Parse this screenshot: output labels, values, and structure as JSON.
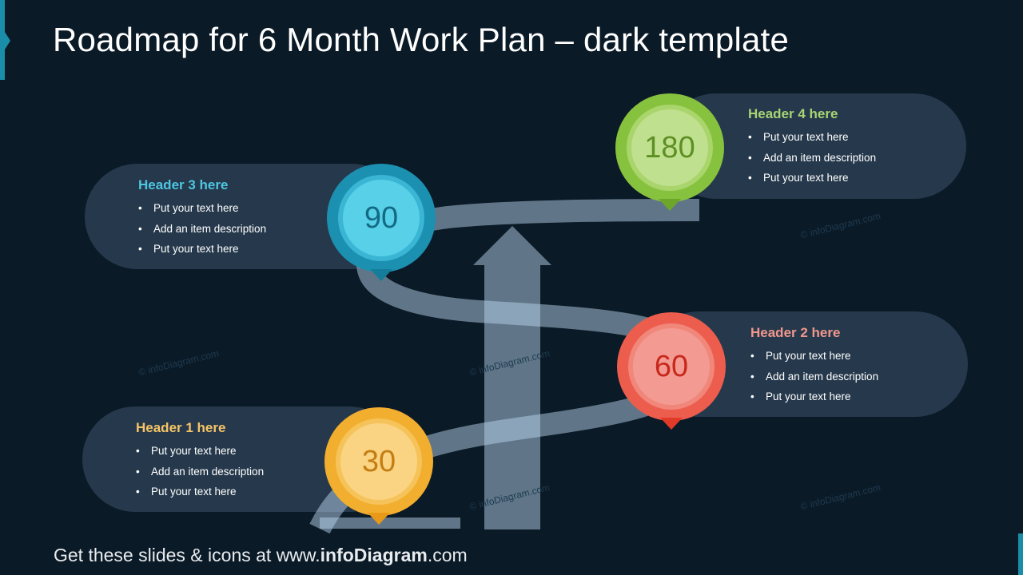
{
  "title": "Roadmap for 6 Month Work Plan – dark template",
  "milestones": [
    {
      "value": "30",
      "header": "Header 1 here",
      "items": [
        "Put your text here",
        "Add an item description",
        "Put your text here"
      ],
      "colors": {
        "outer": "#f2ae2e",
        "mid": "#f6c35a",
        "inner": "#fad482",
        "text": "#c47d12",
        "header": "#f6c467",
        "tip": "#e8991a"
      }
    },
    {
      "value": "60",
      "header": "Header 2 here",
      "items": [
        "Put your text here",
        "Add an item description",
        "Put your text here"
      ],
      "colors": {
        "outer": "#ec5d4d",
        "mid": "#f0877a",
        "inner": "#f39b92",
        "text": "#c8281c",
        "header": "#f2978c",
        "tip": "#e23a28"
      }
    },
    {
      "value": "90",
      "header": "Header 3 here",
      "items": [
        "Put your text here",
        "Add an item description",
        "Put your text here"
      ],
      "colors": {
        "outer": "#1c90b0",
        "mid": "#3ab6d4",
        "inner": "#57d0e8",
        "text": "#146a84",
        "header": "#4ec6e2",
        "tip": "#157d9a"
      }
    },
    {
      "value": "180",
      "header": "Header 4 here",
      "items": [
        "Put your text here",
        "Add an item description",
        "Put your text here"
      ],
      "colors": {
        "outer": "#87c23e",
        "mid": "#a9d56c",
        "inner": "#bfe08e",
        "text": "#5e8f24",
        "header": "#a7d373",
        "tip": "#6ea62c"
      }
    }
  ],
  "watermark": "© infoDiagram.com",
  "footer": {
    "prefix": "Get these slides & icons at www.",
    "brand": "infoDiagram",
    "suffix": ".com"
  }
}
